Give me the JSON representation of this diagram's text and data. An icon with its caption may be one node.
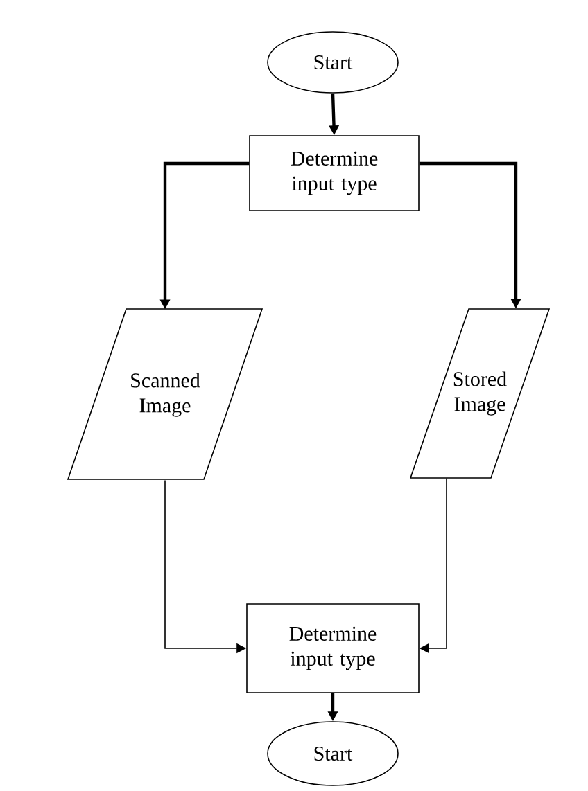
{
  "diagram": {
    "nodes": [
      {
        "text": [
          "Start"
        ]
      },
      {
        "text": [
          "Determine input type"
        ]
      },
      {
        "text": [
          "Scanned Image"
        ]
      },
      {
        "text": [
          "Stored Image"
        ]
      },
      {
        "text": [
          "Determine input type"
        ]
      },
      {
        "text": [
          "Start"
        ]
      }
    ],
    "edges": [
      {
        "from": 0,
        "to": 1,
        "arrow": "to"
      },
      {
        "from": 1,
        "to": 2,
        "arrow": "to"
      },
      {
        "from": 1,
        "to": 3,
        "arrow": "to"
      },
      {
        "from": 2,
        "to": 4,
        "arrow": "to"
      },
      {
        "from": 3,
        "to": 4,
        "arrow": "to"
      },
      {
        "from": 4,
        "to": 5,
        "arrow": "to"
      }
    ]
  }
}
